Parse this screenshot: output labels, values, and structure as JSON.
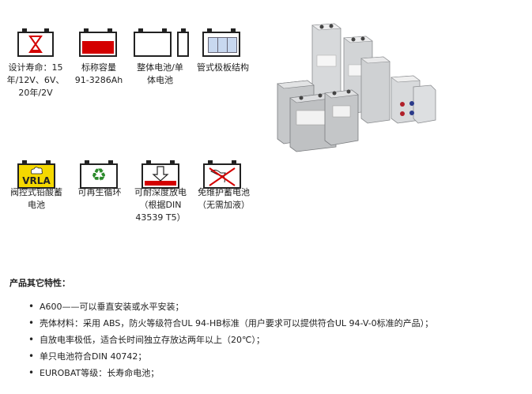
{
  "features": [
    {
      "id": "design-life",
      "icon": "hourglass-icon",
      "caption": "设计寿命：15\n年/12V、6V、\n20年/2V"
    },
    {
      "id": "capacity",
      "icon": "capacity-icon",
      "caption": "标称容量\n91-3286Ah"
    },
    {
      "id": "monoblock",
      "icon": "monoblock-icon",
      "caption": "整体电池/单\n体电池"
    },
    {
      "id": "tubular",
      "icon": "tubular-plate-icon",
      "caption": "管式极板结构"
    },
    {
      "id": "vrla",
      "icon": "vrla-icon",
      "caption": "阀控式铅酸蓄\n电池",
      "badge": "VRLA"
    },
    {
      "id": "recyclable",
      "icon": "recycle-icon",
      "caption": "可再生循环"
    },
    {
      "id": "deep-discharge",
      "icon": "deep-discharge-icon",
      "caption": "可耐深度放电\n（根据DIN\n43539 T5）"
    },
    {
      "id": "maintenance-free",
      "icon": "no-refill-icon",
      "caption": "免维护蓄电池\n（无需加液）"
    }
  ],
  "section_title": "产品其它特性：",
  "specs": [
    "A600——可以垂直安装或水平安装；",
    "壳体材料：采用 ABS，防火等级符合UL 94-HB标准（用户要求可以提供符合UL 94-V-0标准的产品）；",
    "自放电率极低，适合长时间独立存放达两年以上（20℃）；",
    "单只电池符合DIN 40742；",
    "EUROBAT等级：长寿命电池；"
  ],
  "colors": {
    "red": "#d40000",
    "vrla_yellow": "#f5d800",
    "green": "#2a8a2a",
    "blue_tube": "#c8d8f0"
  }
}
